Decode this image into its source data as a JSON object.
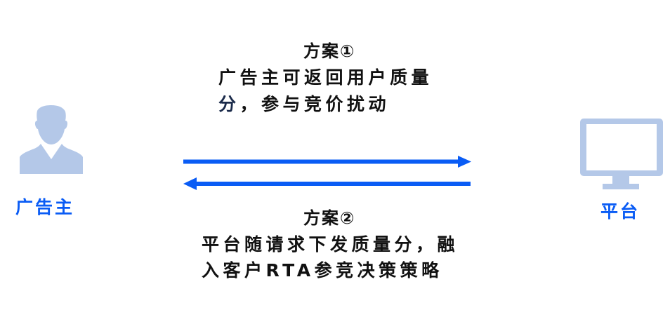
{
  "colors": {
    "accent_blue": "#0a5cf5",
    "icon_fill": "#b4c8e8",
    "text": "#111111"
  },
  "actors": {
    "left": {
      "icon": "person-icon",
      "label": "广告主"
    },
    "right": {
      "icon": "monitor-icon",
      "label": "平台"
    }
  },
  "arrows": {
    "top": {
      "direction": "right",
      "from": "广告主",
      "to": "平台"
    },
    "bottom": {
      "direction": "left",
      "from": "平台",
      "to": "广告主"
    }
  },
  "scheme1": {
    "title": "方案①",
    "lines": [
      "广告主可返回用户质量",
      "分，参与竞价扰动"
    ],
    "line2_first": "分",
    "line2_rest": "，参与竞价扰动"
  },
  "scheme2": {
    "title": "方案②",
    "lines": [
      "平台随请求下发质量分，融",
      "入客户RTA参竞决策策略"
    ]
  }
}
